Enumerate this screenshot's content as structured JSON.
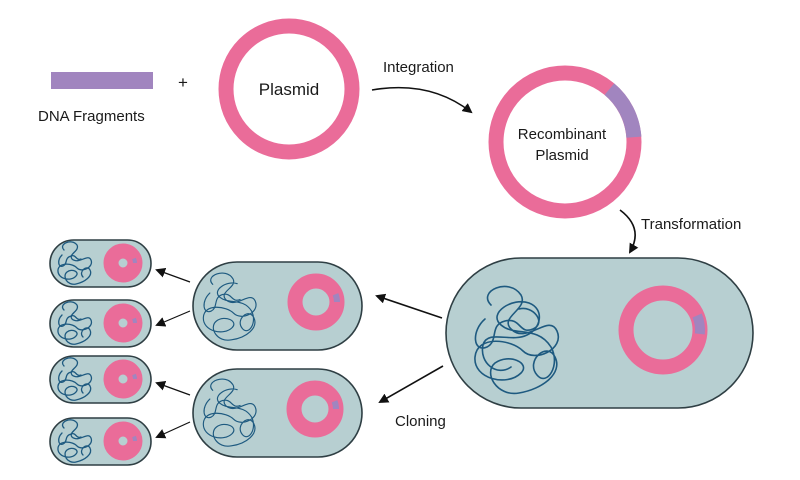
{
  "labels": {
    "dna_fragments": "DNA Fragments",
    "plus": "+",
    "plasmid": "Plasmid",
    "integration": "Integration",
    "recombinant_line1": "Recombinant",
    "recombinant_line2": "Plasmid",
    "transformation": "Transformation",
    "cloning": "Cloning"
  },
  "colors": {
    "plasmid_pink": "#ea6c99",
    "fragment_purple": "#a185bf",
    "cell_fill": "#b7cfd1",
    "cell_outline": "#2f3f44",
    "dna_blue": "#1e5a80"
  }
}
